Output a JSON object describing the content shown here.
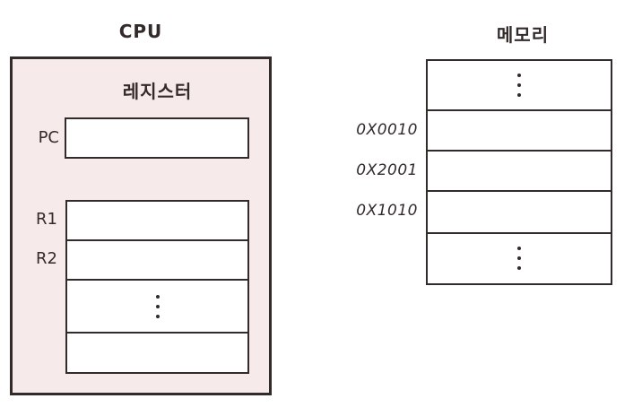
{
  "colors": {
    "ink": "#332a2a",
    "cpu_fill": "#f7eaea",
    "cell_fill": "#ffffff",
    "background": "#ffffff"
  },
  "cpu": {
    "title": "CPU",
    "register_heading": "레지스터",
    "pc": {
      "label": "PC",
      "value": ""
    },
    "registers": [
      {
        "label": "R1",
        "value": "",
        "content": "empty"
      },
      {
        "label": "R2",
        "value": "",
        "content": "empty"
      },
      {
        "label": "",
        "value": "",
        "content": "ellipsis"
      },
      {
        "label": "",
        "value": "",
        "content": "empty"
      }
    ]
  },
  "memory": {
    "title": "메모리",
    "rows": [
      {
        "address": "",
        "value": "",
        "content": "ellipsis"
      },
      {
        "address": "0X0010",
        "value": "",
        "content": "empty"
      },
      {
        "address": "0X2001",
        "value": "",
        "content": "empty"
      },
      {
        "address": "0X1010",
        "value": "",
        "content": "empty"
      },
      {
        "address": "",
        "value": "",
        "content": "ellipsis"
      }
    ]
  }
}
